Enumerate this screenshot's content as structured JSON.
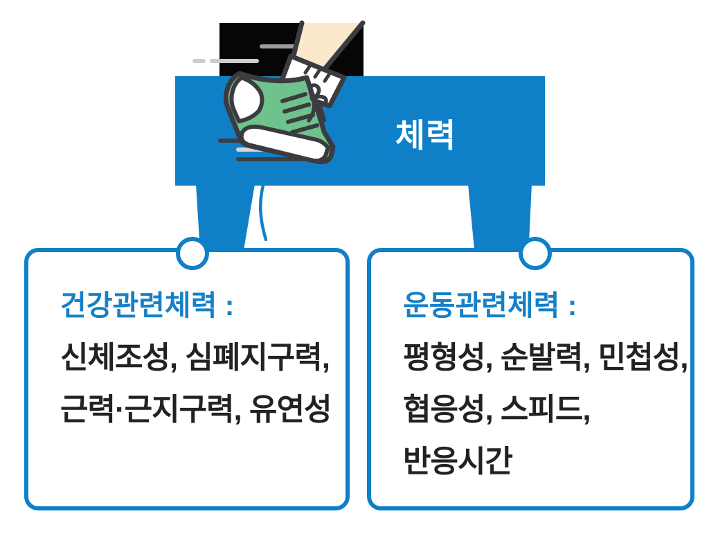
{
  "banner": {
    "title": "체력"
  },
  "boxes": {
    "left": {
      "title": "건강관련체력 :",
      "lines": [
        "신체조성, 심폐지구력,",
        "근력·근지구력, 유연성"
      ]
    },
    "right": {
      "title": "운동관련체력 :",
      "lines": [
        "평형성, 순발력, 민첩성,",
        "협응성, 스피드,",
        "반응시간"
      ]
    }
  },
  "icons": {
    "hero": "running-shoe-icon"
  },
  "colors": {
    "primary_blue": "#0f80c8",
    "title_blue": "#1580c8",
    "text_dark": "#222222",
    "shoe_green": "#6fc28b",
    "leg_skin": "#fce9cc",
    "outline_dark": "#3b3b40",
    "backdrop_black": "#060606",
    "background": "#ffffff"
  }
}
